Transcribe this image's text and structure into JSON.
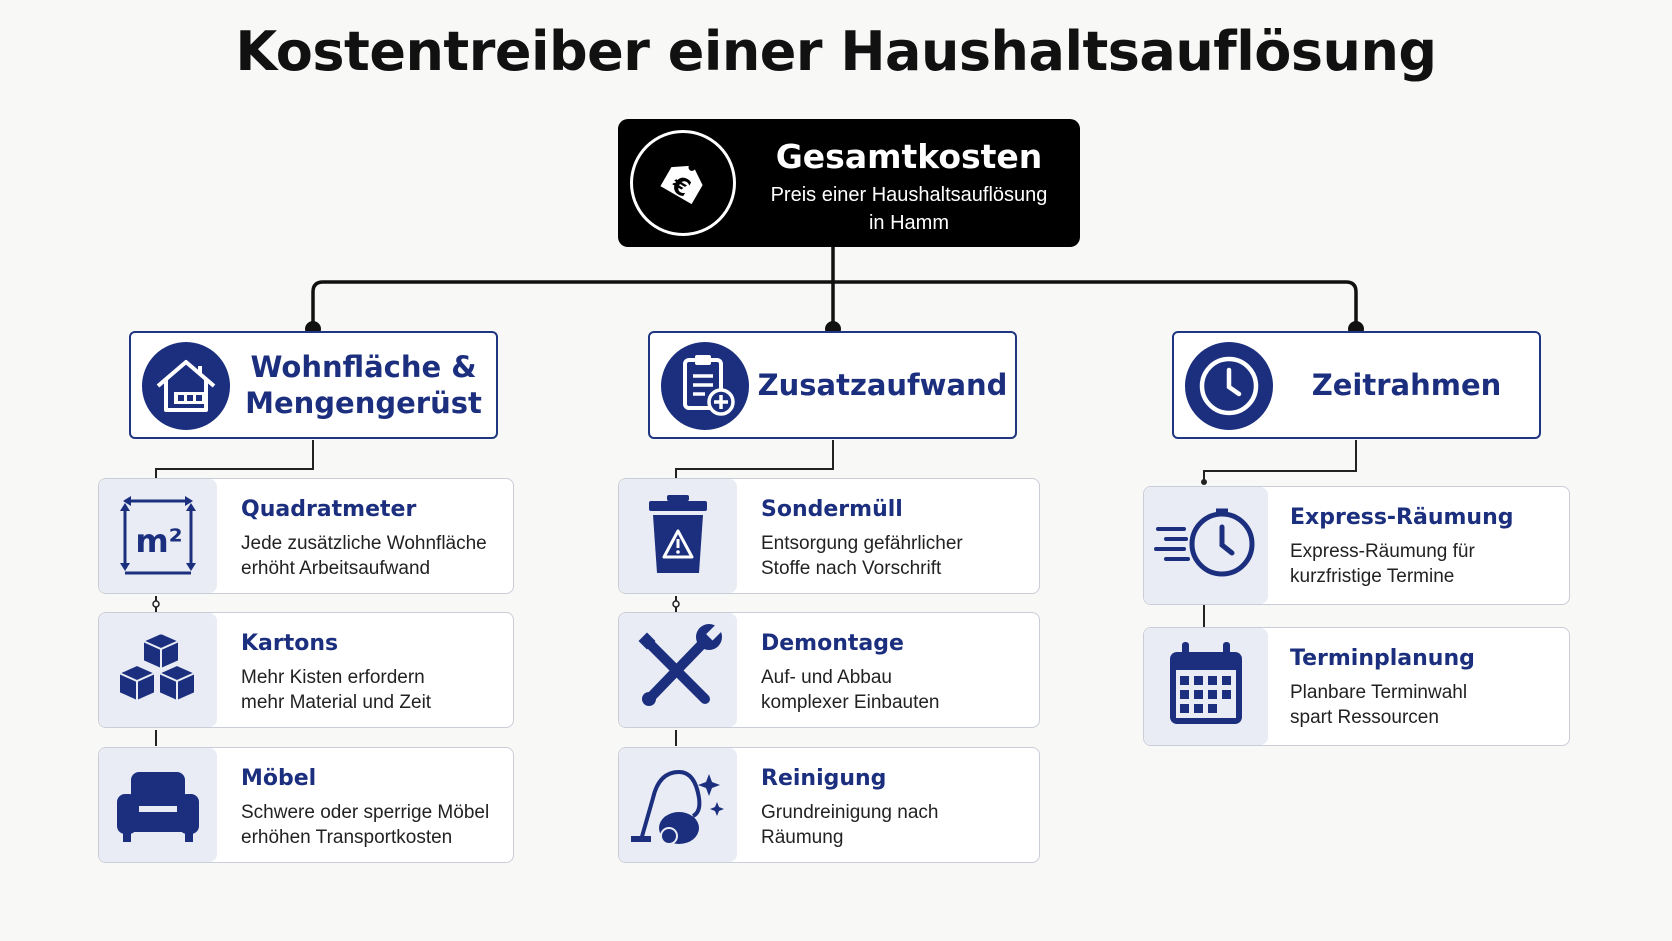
{
  "title": "Kostentreiber einer Haushaltsauflösung",
  "root": {
    "icon": "euro-price-tag-icon",
    "title": "Gesamtkosten",
    "subtitle": "Preis einer Haushaltsauflösung\nin Hamm"
  },
  "colors": {
    "navy": "#1b2f7e",
    "root_bg": "#000000",
    "icon_bg": "#e9ecf5"
  },
  "categories": [
    {
      "label": "Wohnfläche &\nMengengerüst",
      "icon": "house-icon",
      "items": [
        {
          "title": "Quadratmeter",
          "desc": "Jede zusätzliche Wohnfläche\nerhöht Arbeitsaufwand",
          "icon": "square-meter-icon"
        },
        {
          "title": "Kartons",
          "desc": "Mehr Kisten erfordern\nmehr Material und Zeit",
          "icon": "boxes-icon"
        },
        {
          "title": "Möbel",
          "desc": "Schwere oder sperrige Möbel\nerhöhen Transportkosten",
          "icon": "armchair-icon"
        }
      ]
    },
    {
      "label": "Zusatzaufwand",
      "icon": "clipboard-plus-icon",
      "items": [
        {
          "title": "Sondermüll",
          "desc": "Entsorgung gefährlicher\nStoffe nach Vorschrift",
          "icon": "hazard-bin-icon"
        },
        {
          "title": "Demontage",
          "desc": "Auf- und Abbau\nkomplexer Einbauten",
          "icon": "tools-icon"
        },
        {
          "title": "Reinigung",
          "desc": "Grundreinigung nach\nRäumung",
          "icon": "vacuum-cleaner-icon"
        }
      ]
    },
    {
      "label": "Zeitrahmen",
      "icon": "clock-icon",
      "items": [
        {
          "title": "Express-Räumung",
          "desc": "Express-Räumung für\nkurzfristige Termine",
          "icon": "fast-clock-icon"
        },
        {
          "title": "Terminplanung",
          "desc": "Planbare Terminwahl\nspart Ressourcen",
          "icon": "calendar-icon"
        }
      ]
    }
  ]
}
